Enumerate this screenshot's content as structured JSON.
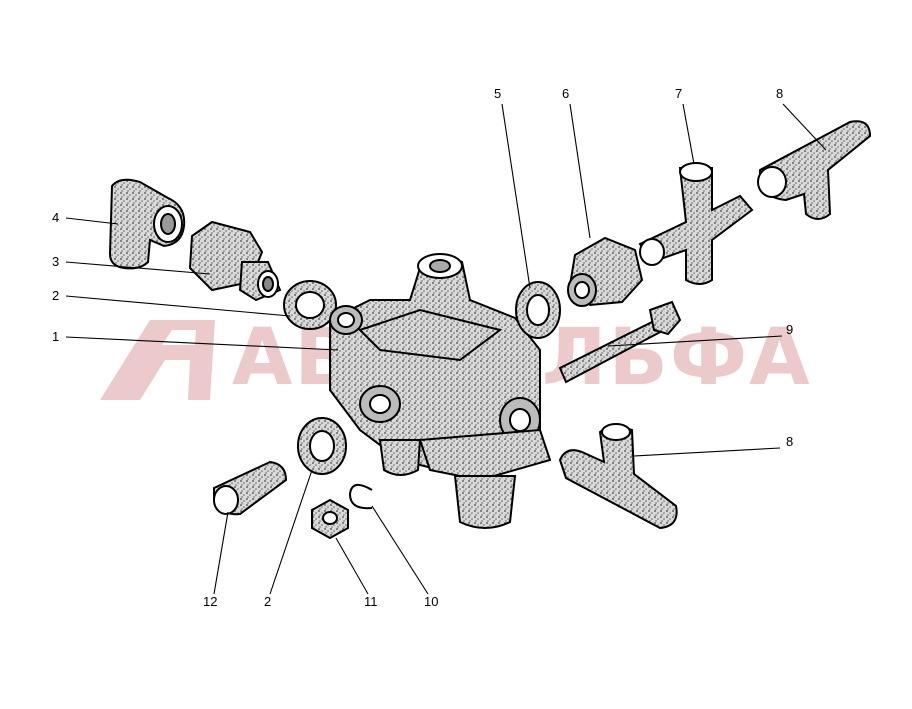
{
  "watermark": {
    "text": "АВТОАЛЬФА",
    "color": "#ecc9cb"
  },
  "callouts": [
    {
      "id": "c1",
      "label": "1"
    },
    {
      "id": "c2a",
      "label": "2"
    },
    {
      "id": "c3",
      "label": "3"
    },
    {
      "id": "c4",
      "label": "4"
    },
    {
      "id": "c5",
      "label": "5"
    },
    {
      "id": "c6",
      "label": "6"
    },
    {
      "id": "c7",
      "label": "7"
    },
    {
      "id": "c8a",
      "label": "8"
    },
    {
      "id": "c9",
      "label": "9"
    },
    {
      "id": "c8b",
      "label": "8"
    },
    {
      "id": "c12",
      "label": "12"
    },
    {
      "id": "c2b",
      "label": "2"
    },
    {
      "id": "c11",
      "label": "11"
    },
    {
      "id": "c10",
      "label": "10"
    }
  ]
}
